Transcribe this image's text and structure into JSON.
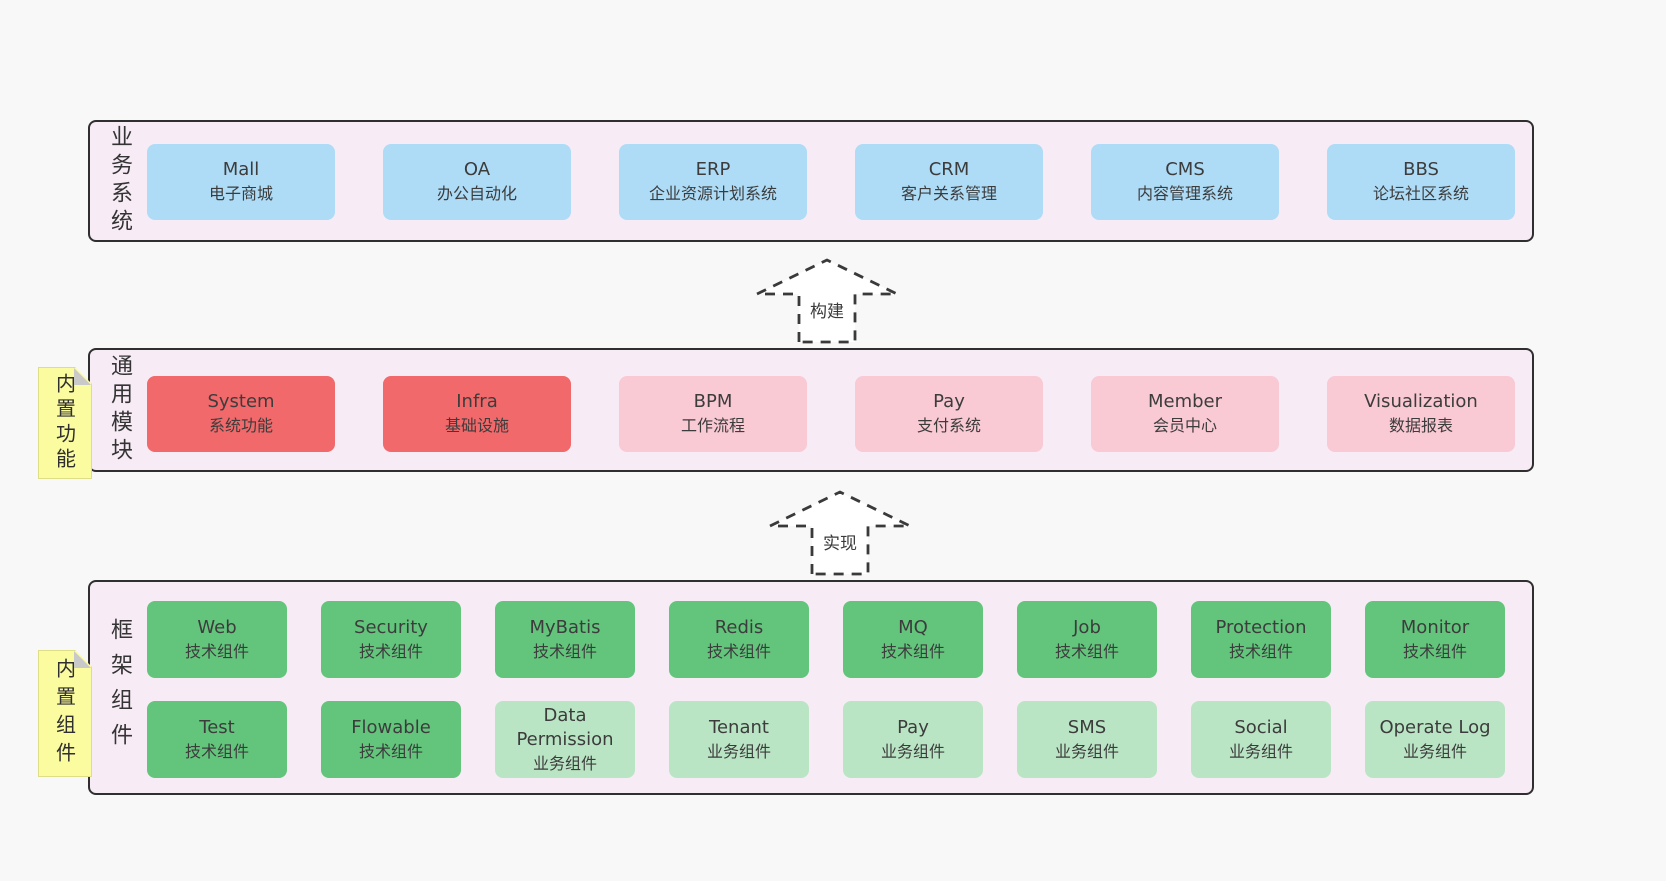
{
  "colors": {
    "background": "#f8f8f8",
    "container_fill": "#f7ecf5",
    "container_border": "#2f2f2f",
    "blue": "#aedcf7",
    "red": "#f1696a",
    "pink": "#f9c9d4",
    "green": "#63c57c",
    "light_green": "#bae5c4",
    "note_yellow": "#fbfba0",
    "text": "#3c3c3c"
  },
  "arrows": [
    {
      "label": "构建"
    },
    {
      "label": "实现"
    }
  ],
  "layers": {
    "business": {
      "side_label": "业务系统",
      "boxes": [
        {
          "name": "Mall",
          "desc": "电子商城"
        },
        {
          "name": "OA",
          "desc": "办公自动化"
        },
        {
          "name": "ERP",
          "desc": "企业资源计划系统"
        },
        {
          "name": "CRM",
          "desc": "客户关系管理"
        },
        {
          "name": "CMS",
          "desc": "内容管理系统"
        },
        {
          "name": "BBS",
          "desc": "论坛社区系统"
        }
      ]
    },
    "modules": {
      "side_label": "通用模块",
      "note": "内置功能",
      "boxes": [
        {
          "name": "System",
          "desc": "系统功能"
        },
        {
          "name": "Infra",
          "desc": "基础设施"
        },
        {
          "name": "BPM",
          "desc": "工作流程"
        },
        {
          "name": "Pay",
          "desc": "支付系统"
        },
        {
          "name": "Member",
          "desc": "会员中心"
        },
        {
          "name": "Visualization",
          "desc": "数据报表"
        }
      ]
    },
    "framework": {
      "side_label": "框架组件",
      "note": "内置组件",
      "row1": [
        {
          "name": "Web",
          "desc": "技术组件"
        },
        {
          "name": "Security",
          "desc": "技术组件"
        },
        {
          "name": "MyBatis",
          "desc": "技术组件"
        },
        {
          "name": "Redis",
          "desc": "技术组件"
        },
        {
          "name": "MQ",
          "desc": "技术组件"
        },
        {
          "name": "Job",
          "desc": "技术组件"
        },
        {
          "name": "Protection",
          "desc": "技术组件"
        },
        {
          "name": "Monitor",
          "desc": "技术组件"
        }
      ],
      "row2": [
        {
          "name": "Test",
          "desc": "技术组件"
        },
        {
          "name": "Flowable",
          "desc": "技术组件"
        },
        {
          "name": "Data Permission",
          "desc": "业务组件"
        },
        {
          "name": "Tenant",
          "desc": "业务组件"
        },
        {
          "name": "Pay",
          "desc": "业务组件"
        },
        {
          "name": "SMS",
          "desc": "业务组件"
        },
        {
          "name": "Social",
          "desc": "业务组件"
        },
        {
          "name": "Operate Log",
          "desc": "业务组件"
        }
      ]
    }
  }
}
